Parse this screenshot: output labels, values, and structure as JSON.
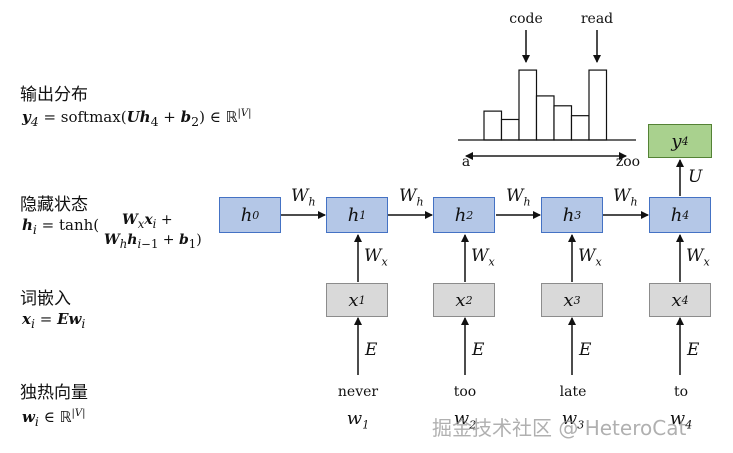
{
  "sections": {
    "output_title": "输出分布",
    "hidden_title": "隐藏状态",
    "embed_title": "词嵌入",
    "onehot_title": "独热向量"
  },
  "nodes": {
    "h0": "h",
    "h0_sub": "0",
    "h1": "h",
    "h1_sub": "1",
    "h2": "h",
    "h2_sub": "2",
    "h3": "h",
    "h3_sub": "3",
    "h4": "h",
    "h4_sub": "4",
    "x1": "x",
    "x1_sub": "1",
    "x2": "x",
    "x2_sub": "2",
    "x3": "x",
    "x3_sub": "3",
    "x4": "x",
    "x4_sub": "4",
    "y4": "y",
    "y4_sub": "4"
  },
  "weights": {
    "Wh": "W",
    "Wh_sub": "h",
    "Wx": "W",
    "Wx_sub": "x",
    "U": "U",
    "E": "E"
  },
  "words": [
    "never",
    "too",
    "late",
    "to"
  ],
  "word_vars": [
    {
      "v": "w",
      "s": "1"
    },
    {
      "v": "w",
      "s": "2"
    },
    {
      "v": "w",
      "s": "3"
    },
    {
      "v": "w",
      "s": "4"
    }
  ],
  "histogram": {
    "labels": {
      "code": "code",
      "read": "read"
    },
    "axis": {
      "start": "a",
      "end": "zoo"
    },
    "bar_heights": [
      0.38,
      0.27,
      0.92,
      0.58,
      0.45,
      0.32,
      0.92
    ]
  },
  "watermark": "掘金技术社区 @ HeteroCat"
}
